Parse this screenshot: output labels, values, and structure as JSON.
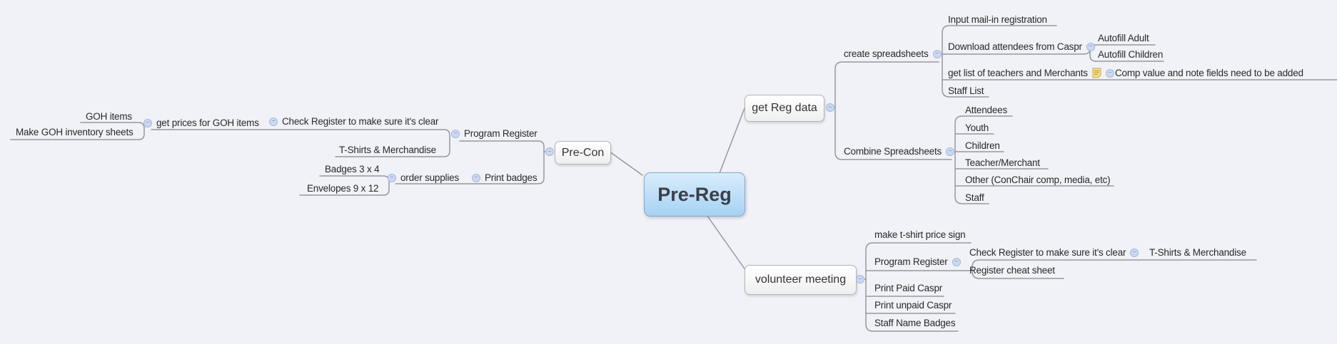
{
  "app": {
    "type": "mind-map"
  },
  "colors": {
    "canvas_background": "#f1f2f7",
    "branch_line": "#97979f",
    "root_fill_top": "#d9ecfc",
    "root_fill_bottom": "#a6d2f3",
    "root_border": "#86a9c8",
    "subtopic_box_border": "#b5b5b6",
    "handle_fill": "#ccd8f0",
    "handle_border": "#a6b7db",
    "note_icon_yellow": "#f7df85"
  },
  "icons": {
    "collapse_minus": "−",
    "note_icon": "note-icon"
  },
  "mindmap": {
    "root": {
      "label": "Pre-Reg"
    },
    "branches": [
      {
        "label": "Pre-Con",
        "side": "left",
        "children": [
          {
            "label": "Program Register",
            "children": [
              {
                "label": "Check Register to make sure it's clear",
                "children": [
                  {
                    "label": "get prices for GOH items",
                    "children": [
                      {
                        "label": "GOH items"
                      },
                      {
                        "label": "Make GOH inventory sheets"
                      }
                    ]
                  }
                ]
              },
              {
                "label": "T-Shirts & Merchandise"
              }
            ]
          },
          {
            "label": "Print badges",
            "children": [
              {
                "label": "order supplies",
                "children": [
                  {
                    "label": "Badges 3 x 4"
                  },
                  {
                    "label": "Envelopes 9 x 12"
                  }
                ]
              }
            ]
          }
        ]
      },
      {
        "label": "get Reg data",
        "side": "right",
        "children": [
          {
            "label": "create spreadsheets",
            "children": [
              {
                "label": "Input mail-in registration"
              },
              {
                "label": "Download attendees from Caspr",
                "children": [
                  {
                    "label": "Autofill Adult"
                  },
                  {
                    "label": "Autofill Children"
                  }
                ]
              },
              {
                "label": "get list of teachers and Merchants",
                "has_note": true,
                "children": [
                  {
                    "label": "Comp value and note fields need to be added"
                  }
                ]
              },
              {
                "label": "Staff List"
              }
            ]
          },
          {
            "label": "Combine Spreadsheets",
            "children": [
              {
                "label": "Attendees"
              },
              {
                "label": "Youth"
              },
              {
                "label": "Children"
              },
              {
                "label": "Teacher/Merchant"
              },
              {
                "label": "Other (ConChair comp, media, etc)"
              },
              {
                "label": "Staff"
              }
            ]
          }
        ]
      },
      {
        "label": "volunteer meeting",
        "side": "right",
        "children": [
          {
            "label": "make t-shirt price sign"
          },
          {
            "label": "Program Register",
            "children": [
              {
                "label": "Check Register to make sure it's clear",
                "children": [
                  {
                    "label": "T-Shirts & Merchandise"
                  }
                ]
              },
              {
                "label": "Register cheat sheet"
              }
            ]
          },
          {
            "label": "Print Paid Caspr"
          },
          {
            "label": "Print unpaid Caspr"
          },
          {
            "label": "Staff Name Badges"
          }
        ]
      }
    ]
  }
}
